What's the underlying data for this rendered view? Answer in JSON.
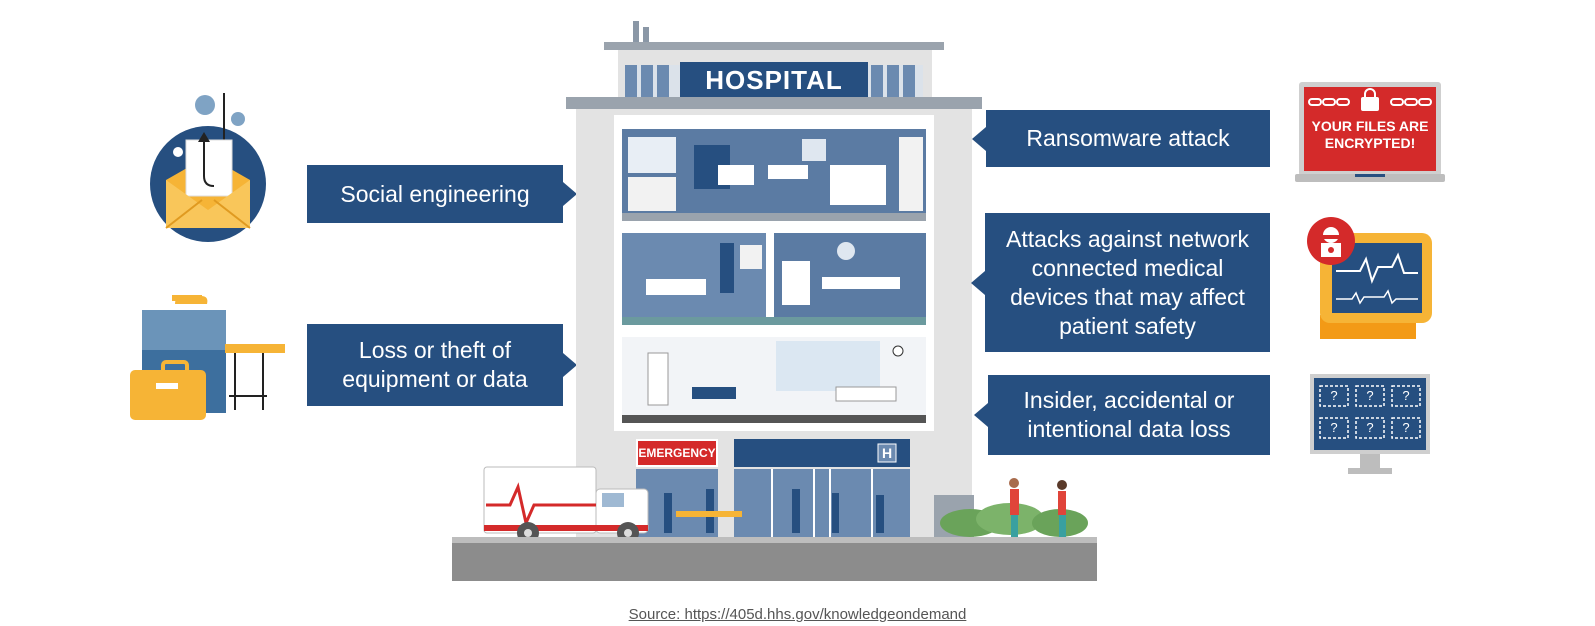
{
  "hospital": {
    "sign": "HOSPITAL",
    "emergency_sign": "EMERGENCY",
    "h_sign": "H"
  },
  "threats_left": [
    {
      "lines": [
        "Social engineering"
      ],
      "icon": "phishing-envelope-icon"
    },
    {
      "lines": [
        "Loss or theft of",
        "equipment or data"
      ],
      "icon": "briefcase-desk-icon"
    }
  ],
  "threats_right": [
    {
      "lines": [
        "Ransomware attack"
      ],
      "icon": "ransomware-laptop-icon"
    },
    {
      "lines": [
        "Attacks against network",
        "connected medical",
        "devices that may affect",
        "patient safety"
      ],
      "icon": "hacked-monitor-icon"
    },
    {
      "lines": [
        "Insider, accidental or",
        "intentional data loss"
      ],
      "icon": "missing-files-monitor-icon"
    }
  ],
  "ransomware_screen": [
    "YOUR FILES ARE",
    "ENCRYPTED!"
  ],
  "missing_file_glyph": "?",
  "source": "Source: https://405d.hhs.gov/knowledgeondemand",
  "colors": {
    "navy": "#264f80",
    "gold": "#f6b436",
    "red": "#d42a2a",
    "building_grey": "#d9d9d9",
    "ground_grey": "#8c8c8c"
  }
}
